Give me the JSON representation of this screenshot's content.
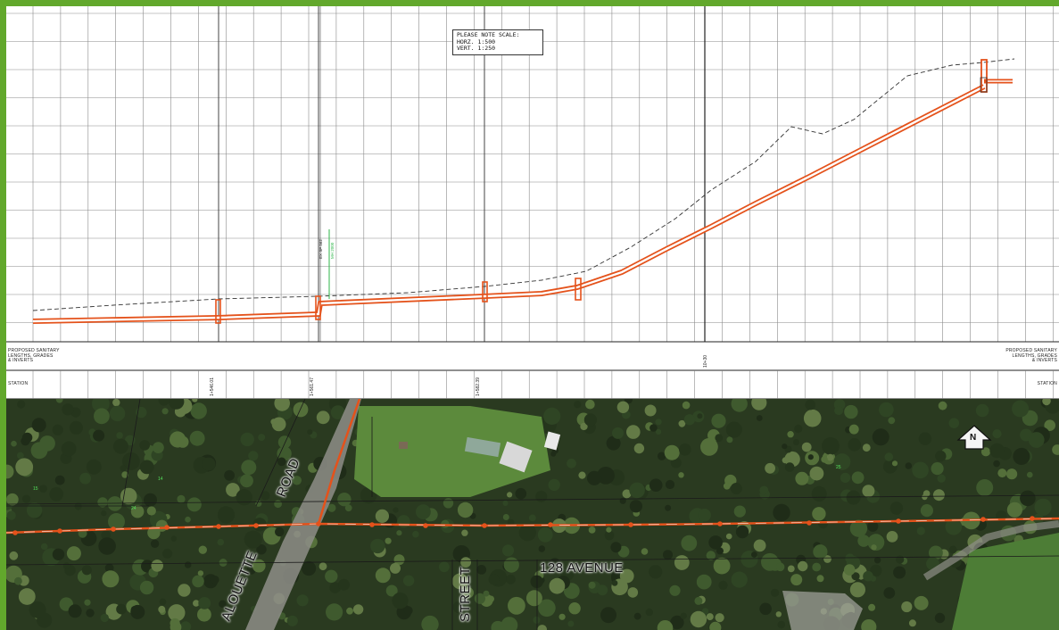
{
  "colors": {
    "frame": "#62a82c",
    "pipe": "#e4521b",
    "grid": "#7f7f7f",
    "ground": "#333333",
    "annotation_green": "#2fb64a"
  },
  "scale_note": {
    "title": "PLEASE NOTE SCALE:",
    "horizontal": "HORZ.   1:500",
    "vertical": "VERT.    1:250"
  },
  "profile_band": {
    "left_label_1": "PROPOSED SANITARY",
    "left_label_2": "LENGTHS, GRADES",
    "left_label_3": "& INVERTS",
    "right_label_1": "PROPOSED SANITARY",
    "right_label_2": "LENGTHS, GRADES",
    "right_label_3": "& INVERTS",
    "station_left": "STATION",
    "station_right": "STATION",
    "mid_tick": "10+30",
    "stations": [
      "1+546.01",
      "1+561.47",
      "1+582.39"
    ]
  },
  "annotations": {
    "vertical_tag": "EX SP 562",
    "green_tag": "MH 2000"
  },
  "plan": {
    "streets": {
      "road": "ROAD",
      "alouette": "ALOUETTE",
      "street": "STREET",
      "avenue": "128 AVENUE"
    },
    "north_arrow": "N",
    "lot_labels": [
      "15",
      "24",
      "14",
      "25"
    ]
  }
}
